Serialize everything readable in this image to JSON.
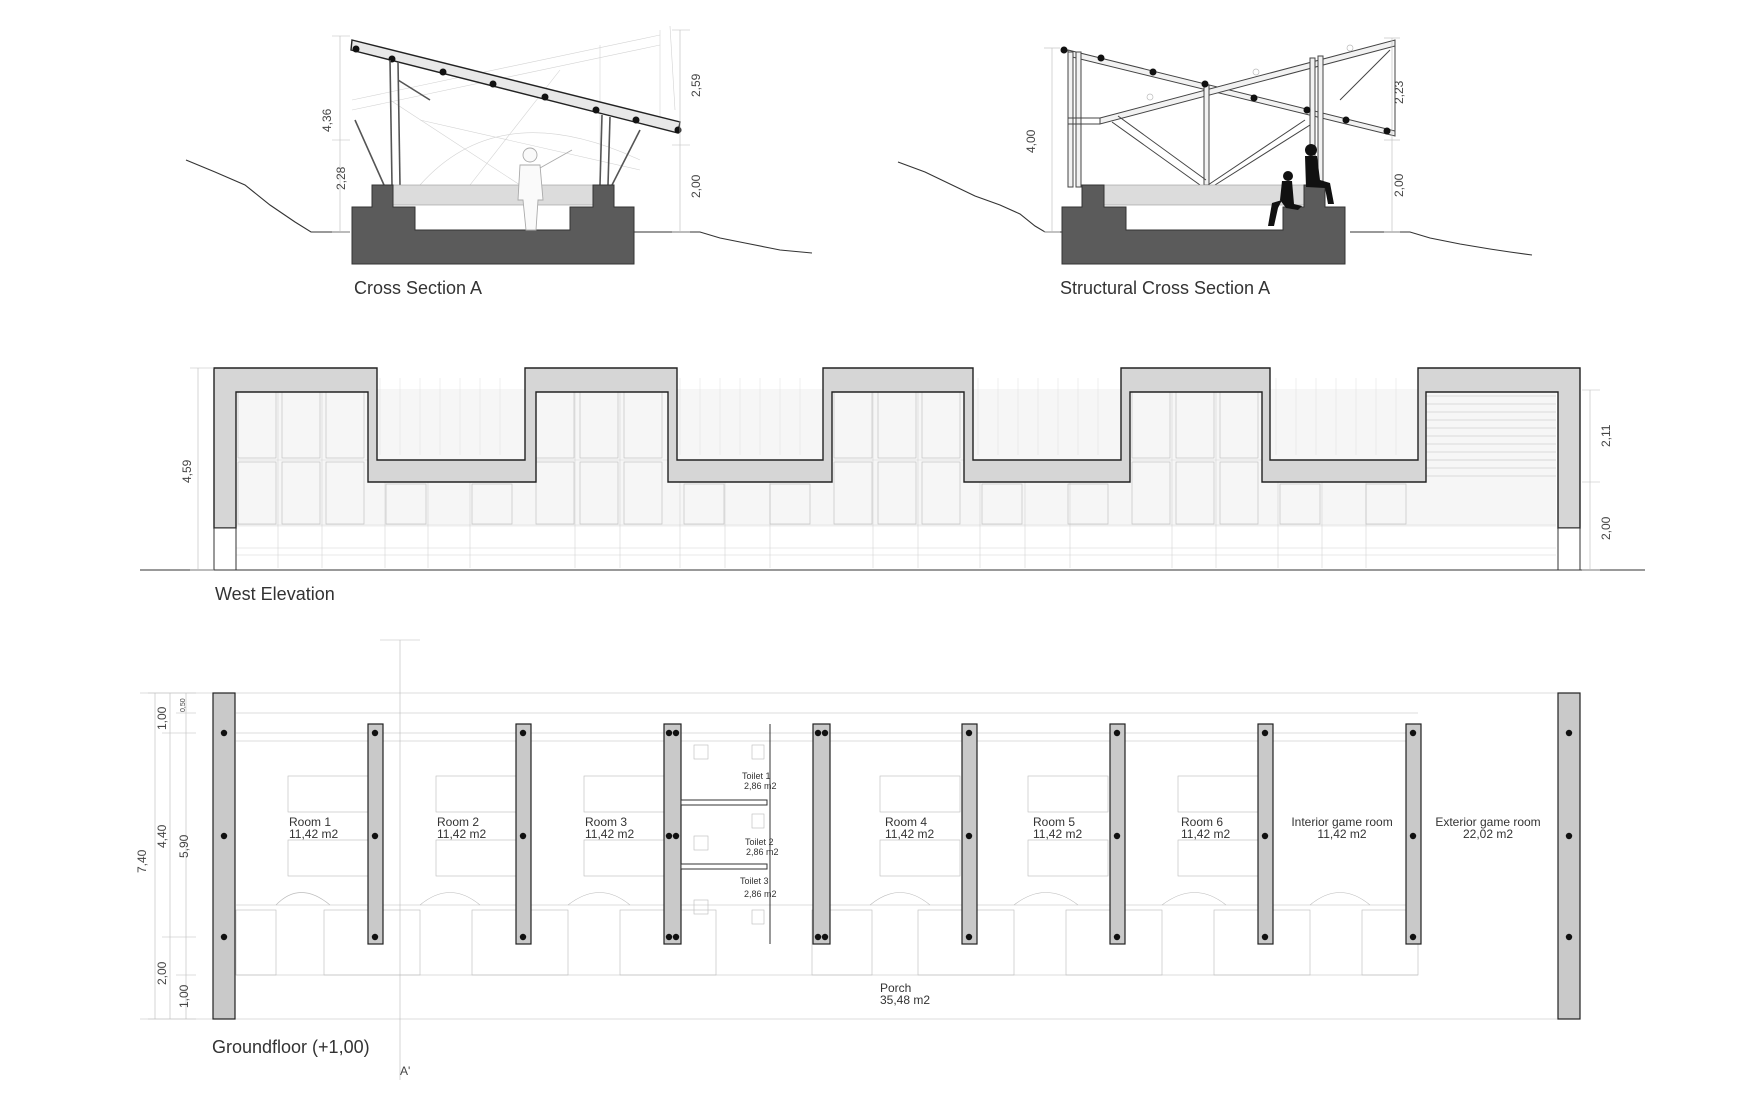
{
  "drawings": {
    "cross_section": {
      "title": "Cross Section A",
      "dims": {
        "total": "4,36",
        "lower": "2,28",
        "right_upper": "2,59",
        "right_lower": "2,00"
      }
    },
    "structural_section": {
      "title": "Structural Cross Section A",
      "dims": {
        "total": "4,00",
        "right_upper": "2,23",
        "right_lower": "2,00"
      }
    },
    "west_elevation": {
      "title": "West Elevation",
      "dims": {
        "total": "4,59",
        "upper": "2,11",
        "lower": "2,00"
      }
    },
    "groundfloor": {
      "title": "Groundfloor (+1,00)",
      "section_marker": "A'",
      "dims": {
        "overall": "7,40",
        "top_a": "1,00",
        "top_b": "0,50",
        "mid_a": "4,40",
        "mid_b": "5,90",
        "bottom_a": "2,00",
        "bottom_b": "1,00"
      },
      "rooms": [
        {
          "name": "Room 1",
          "area": "11,42 m2"
        },
        {
          "name": "Room 2",
          "area": "11,42 m2"
        },
        {
          "name": "Room 3",
          "area": "11,42 m2"
        },
        {
          "name": "Room 4",
          "area": "11,42 m2"
        },
        {
          "name": "Room 5",
          "area": "11,42 m2"
        },
        {
          "name": "Room 6",
          "area": "11,42 m2"
        },
        {
          "name": "Interior game room",
          "area": "11,42 m2"
        },
        {
          "name": "Exterior game room",
          "area": "22,02 m2"
        }
      ],
      "toilets": [
        {
          "name": "Toilet 1",
          "area": "2,86 m2"
        },
        {
          "name": "Toilet 2",
          "area": "2,86 m2"
        },
        {
          "name": "Toilet 3",
          "area": "2,86 m2"
        }
      ],
      "porch": {
        "name": "Porch",
        "area": "35,48 m2"
      }
    }
  }
}
